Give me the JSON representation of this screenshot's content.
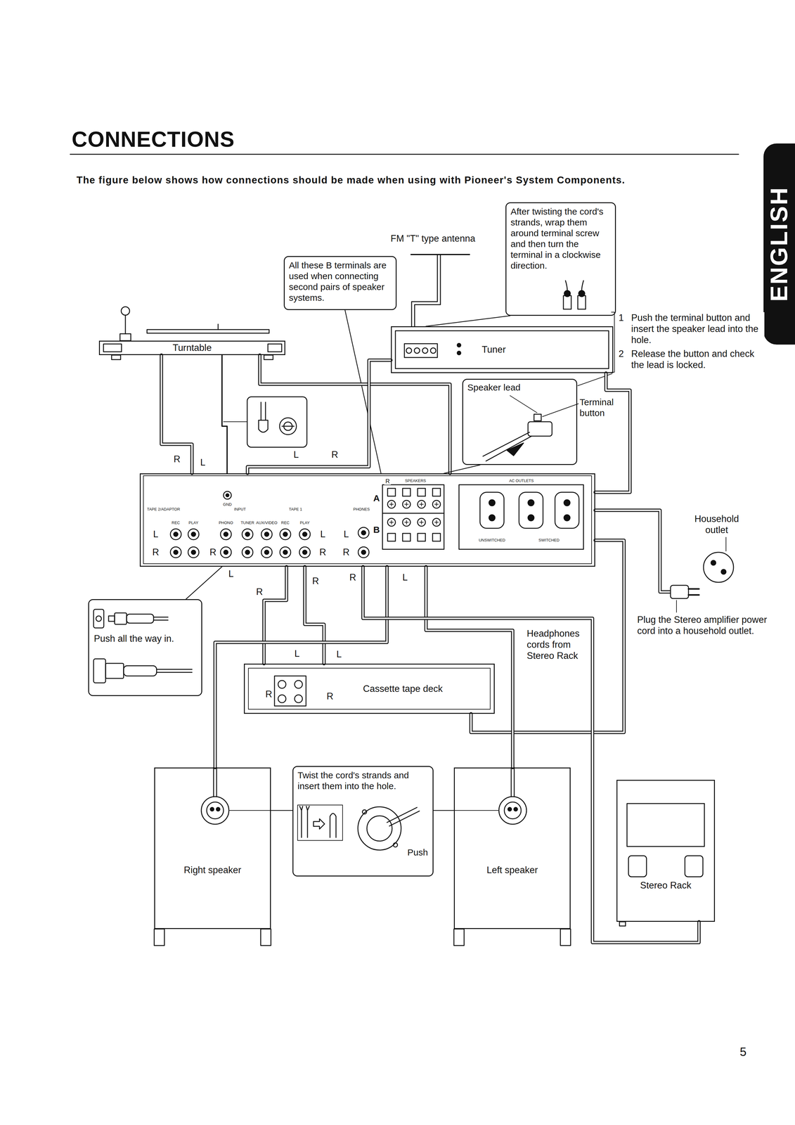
{
  "diagram": {
    "title": "CONNECTIONS",
    "nodes": [
      {
        "text": [
          "After twisting the cord's strands, wrap them around terminal screw and then turn the terminal in a clockwise direction."
        ]
      },
      {
        "text": [
          "All these B terminals are used when connecting second pairs of speaker systems."
        ]
      },
      {
        "text": [
          "Turntable"
        ]
      },
      {
        "text": [
          "Tuner"
        ]
      },
      {
        "text": [
          "Speaker lead",
          "Terminal button"
        ]
      },
      {
        "text": [
          "TAPE 2/ADAPTOR",
          "REC",
          "PLAY",
          "INPUT",
          "PHONO",
          "TUNER",
          "AUX/VIDEO",
          "TAPE 1",
          "REC",
          "PLAY",
          "PHONES",
          "GND",
          "SPEAKERS",
          "AC OUTLETS",
          "UNSWITCHED",
          "SWITCHED"
        ]
      },
      {
        "text": [
          "Push all the way in."
        ]
      },
      {
        "text": [
          "Cassette tape deck"
        ]
      },
      {
        "text": [
          "Right speaker"
        ]
      },
      {
        "text": [
          "Twist the cord's strands and insert them into the hole.",
          "Push"
        ]
      },
      {
        "text": [
          "Left speaker"
        ]
      },
      {
        "text": [
          "Stereo Rack"
        ]
      }
    ],
    "edges": [
      {
        "from": 0,
        "to": 3,
        "arrow": "none"
      },
      {
        "from": 1,
        "to": 5,
        "arrow": "none"
      },
      {
        "from": 2,
        "to": 5,
        "arrow": "none"
      },
      {
        "from": 2,
        "to": 5,
        "arrow": "none"
      },
      {
        "from": 2,
        "to": 5,
        "arrow": "none"
      },
      {
        "from": 3,
        "to": 5,
        "arrow": "none"
      },
      {
        "from": 3,
        "to": 5,
        "arrow": "none"
      },
      {
        "from": 4,
        "to": 5,
        "arrow": "none"
      },
      {
        "from": 6,
        "to": 5,
        "arrow": "none"
      },
      {
        "from": 7,
        "to": 5,
        "arrow": "none"
      },
      {
        "from": 7,
        "to": 5,
        "arrow": "none"
      },
      {
        "from": 7,
        "to": 5,
        "arrow": "none"
      },
      {
        "from": 5,
        "to": 8,
        "arrow": "none"
      },
      {
        "from": 5,
        "to": 10,
        "arrow": "none"
      },
      {
        "from": 11,
        "to": 5,
        "arrow": "none"
      },
      {
        "from": 9,
        "to": 8,
        "arrow": "none"
      },
      {
        "from": 9,
        "to": 10,
        "arrow": "none"
      }
    ],
    "labels": [
      "The figure below shows how connections should be made when using with Pioneer's System Components.",
      "ENGLISH",
      "FM \"T\" type antenna",
      "1",
      "Push the terminal button and insert the speaker lead into the hole.",
      "2",
      "Release the button and check the lead is locked.",
      "Household outlet",
      "Plug the Stereo amplifier power cord into a household outlet.",
      "Headphones cords from Stereo Rack",
      "A",
      "B",
      "5",
      "R",
      "L",
      "L",
      "R",
      "L",
      "R",
      "R",
      "L",
      "R",
      "L",
      "R",
      "L",
      "R",
      "R",
      "R",
      "L",
      "L",
      "L",
      "R",
      "R",
      "R"
    ]
  }
}
